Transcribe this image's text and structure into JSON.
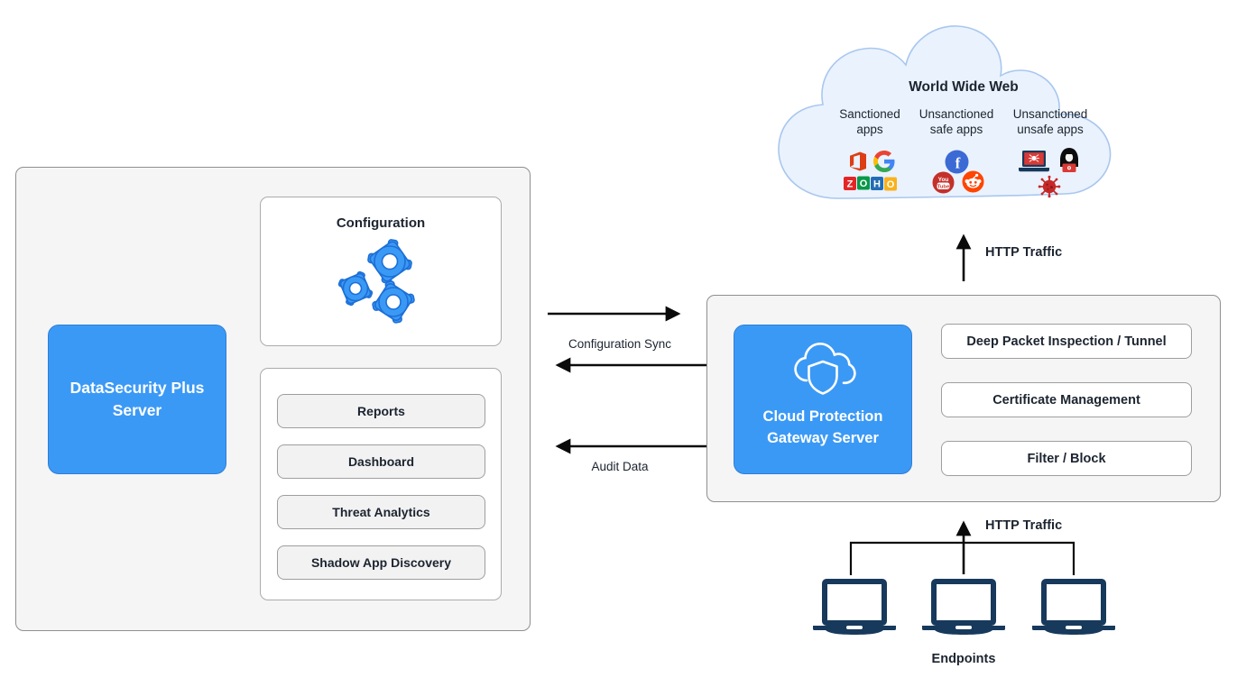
{
  "colors": {
    "accent_blue": "#3b99f6",
    "navy": "#17395c",
    "cloud_fill": "#eaf2fd",
    "cloud_stroke": "#a9c7ef",
    "panel_fill": "#f5f5f6",
    "malware_red": "#c62828"
  },
  "cloud": {
    "title": "World Wide Web",
    "columns": [
      {
        "label": "Sanctioned\napps",
        "icons": [
          "office-icon",
          "google-icon",
          "zoho-icon"
        ]
      },
      {
        "label": "Unsanctioned\nsafe apps",
        "icons": [
          "facebook-icon",
          "youtube-icon",
          "reddit-icon"
        ]
      },
      {
        "label": "Unsanctioned\nunsafe apps",
        "icons": [
          "malware-laptop-icon",
          "hacker-icon",
          "virus-icon"
        ]
      }
    ]
  },
  "left_panel": {
    "server_label": "DataSecurity Plus\nServer",
    "configuration": {
      "title": "Configuration",
      "icon": "gears-icon"
    },
    "modules": {
      "items": [
        "Reports",
        "Dashboard",
        "Threat Analytics",
        "Shadow App Discovery"
      ]
    }
  },
  "gateway_panel": {
    "server_label": "Cloud Protection\nGateway Server",
    "icon": "cloud-shield-icon",
    "features": {
      "items": [
        "Deep Packet Inspection / Tunnel",
        "Certificate Management",
        "Filter / Block"
      ]
    }
  },
  "flows": {
    "configuration_sync": "Configuration Sync",
    "audit_data": "Audit Data",
    "http_traffic_to_web": "HTTP Traffic",
    "http_traffic_from_endpoints": "HTTP Traffic",
    "endpoints_label": "Endpoints"
  }
}
